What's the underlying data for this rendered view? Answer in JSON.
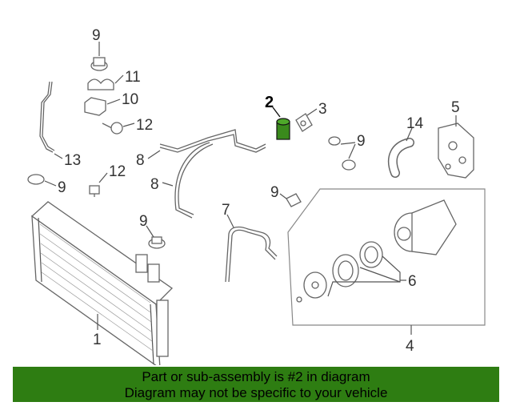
{
  "callouts": [
    "9",
    "11",
    "10",
    "12",
    "13",
    "9",
    "12",
    "2",
    "3",
    "9",
    "14",
    "5",
    "8",
    "8",
    "9",
    "7",
    "9",
    "6",
    "1",
    "4"
  ],
  "banner": {
    "line1": "Part or sub-assembly is #2 in diagram",
    "line2": "Diagram may not be specific to your vehicle"
  },
  "colors": {
    "banner_bg": "#2e7d12",
    "highlight_part": "#3a8a1c"
  }
}
